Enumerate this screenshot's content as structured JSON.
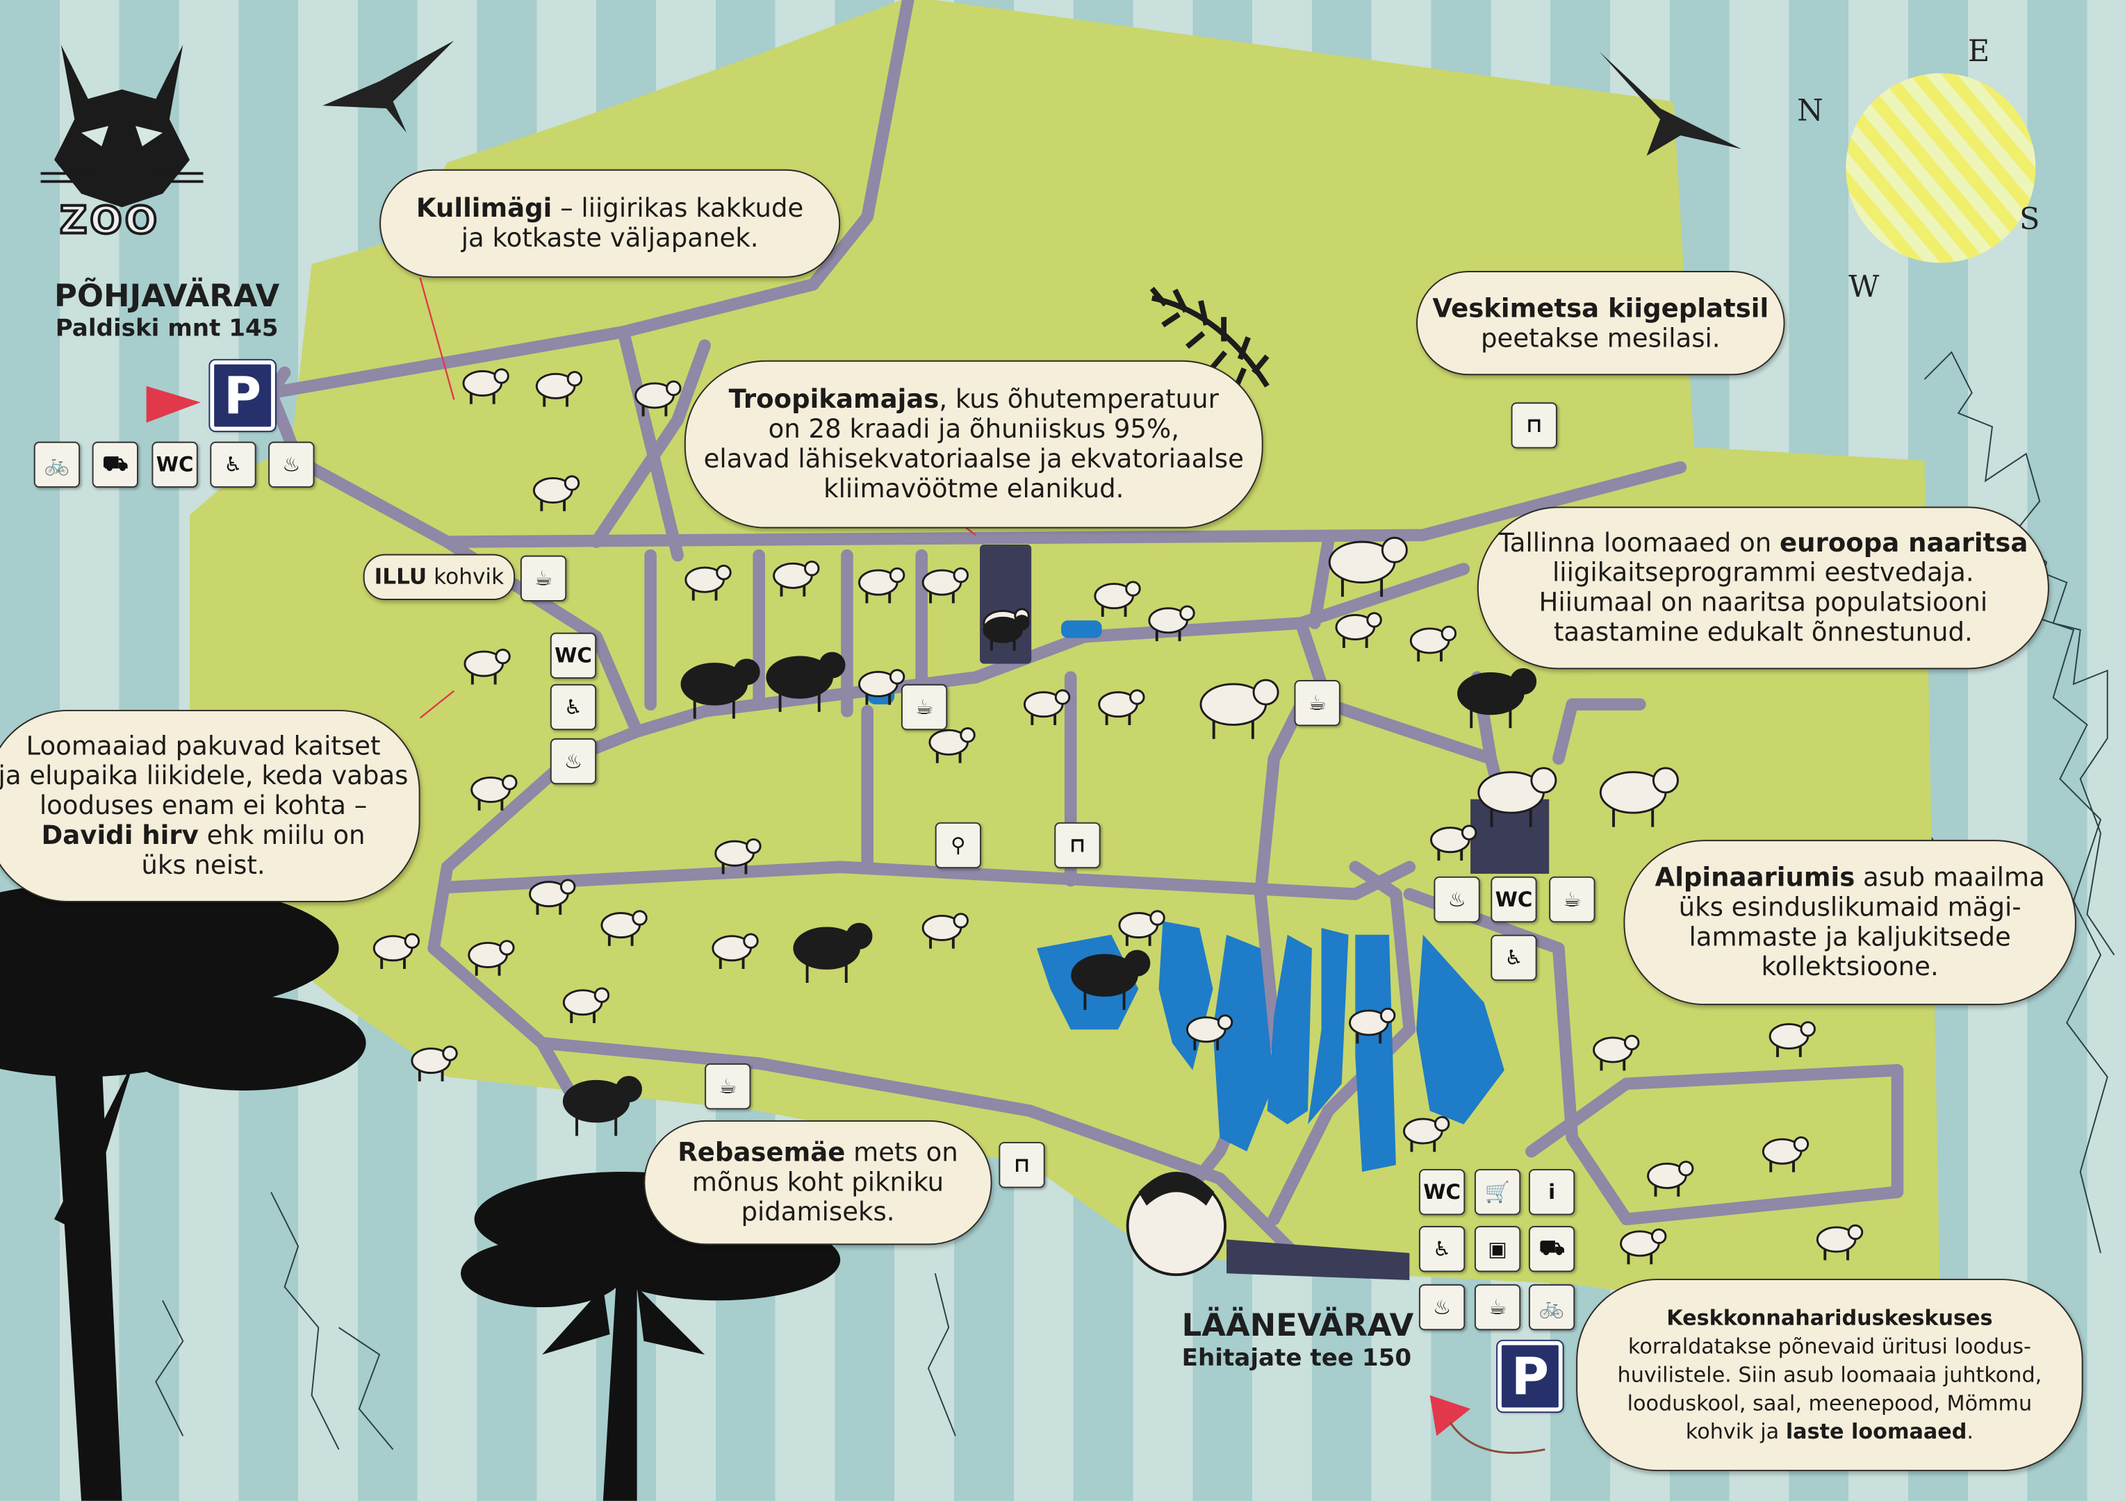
{
  "logo": {
    "text": "ZOO",
    "icon": "lynx-head-logo"
  },
  "gates": [
    {
      "title": "PÕHJAVÄRAV",
      "address": "Paldiski mnt 145"
    },
    {
      "title": "LÄÄNEVÄRAV",
      "address": "Ehitajate tee 150"
    }
  ],
  "compass": {
    "n": "N",
    "e": "E",
    "s": "S",
    "w": "W"
  },
  "callouts": [
    {
      "id": "kullimagi",
      "lines": [
        [
          {
            "t": "Kullimägi",
            "b": true
          },
          {
            "t": " – liigirikas  kakkude"
          }
        ],
        [
          {
            "t": "ja kotkaste väljapanek."
          }
        ]
      ]
    },
    {
      "id": "troopikamajas",
      "lines": [
        [
          {
            "t": "Troopikamajas",
            "b": true
          },
          {
            "t": ", kus õhutemperatuur"
          }
        ],
        [
          {
            "t": "on 28 kraadi ja õhuniiskus 95%,"
          }
        ],
        [
          {
            "t": "elavad lähisekvatoriaalse ja ekvatoriaalse"
          }
        ],
        [
          {
            "t": "kliimavöötme elanikud."
          }
        ]
      ]
    },
    {
      "id": "veskimetsa",
      "lines": [
        [
          {
            "t": "Veskimetsa kiigeplatsil",
            "b": true
          }
        ],
        [
          {
            "t": "peetakse mesilasi."
          }
        ]
      ]
    },
    {
      "id": "naarits",
      "lines": [
        [
          {
            "t": "Tallinna loomaaed on "
          },
          {
            "t": "euroopa naaritsa",
            "b": true
          }
        ],
        [
          {
            "t": "liigikaitseprogrammi eestvedaja."
          }
        ],
        [
          {
            "t": "Hiiumaal on naaritsa populatsiooni"
          }
        ],
        [
          {
            "t": "taastamine edukalt õnnestunud."
          }
        ]
      ]
    },
    {
      "id": "davidi-hirv",
      "lines": [
        [
          {
            "t": "Loomaaiad pakuvad kaitset"
          }
        ],
        [
          {
            "t": "ja elupaika liikidele, keda vabas"
          }
        ],
        [
          {
            "t": "looduses enam ei kohta –"
          }
        ],
        [
          {
            "t": "Davidi hirv",
            "b": true
          },
          {
            "t": " ehk miilu on"
          }
        ],
        [
          {
            "t": "üks neist."
          }
        ]
      ]
    },
    {
      "id": "alpinaarium",
      "lines": [
        [
          {
            "t": "Alpinaariumis",
            "b": true
          },
          {
            "t": " asub maailma"
          }
        ],
        [
          {
            "t": "üks esinduslikumaid mägi-"
          }
        ],
        [
          {
            "t": "lammaste ja kaljukitsede"
          }
        ],
        [
          {
            "t": "kollektsioone."
          }
        ]
      ]
    },
    {
      "id": "rebasemae",
      "lines": [
        [
          {
            "t": "Rebasemäe",
            "b": true
          },
          {
            "t": " mets on"
          }
        ],
        [
          {
            "t": "mõnus koht pikniku"
          }
        ],
        [
          {
            "t": "pidamiseks."
          }
        ]
      ]
    },
    {
      "id": "keskkonnahariduskeskus",
      "lines": [
        [
          {
            "t": "Keskkonnahariduskeskuses",
            "b": true
          }
        ],
        [
          {
            "t": "korraldatakse põnevaid üritusi loodus-"
          }
        ],
        [
          {
            "t": "huvilistele. Siin asub loomaaia juhtkond,"
          }
        ],
        [
          {
            "t": "looduskool, saal, meenepood, Mömmu"
          }
        ],
        [
          {
            "t": "kohvik ja "
          },
          {
            "t": "laste loomaaed",
            "b": true
          },
          {
            "t": "."
          }
        ]
      ]
    },
    {
      "id": "illu-kohvik",
      "lines": [
        [
          {
            "t": "ILLU",
            "b": true
          },
          {
            "t": " kohvik"
          }
        ]
      ]
    }
  ],
  "services": {
    "parking_label": "P",
    "wc_label": "WC",
    "info_label": "i",
    "icons": [
      "bike-parking",
      "stroller-rental",
      "wc",
      "accessible-wc",
      "baby-changing",
      "coffee",
      "wc",
      "accessible-wc",
      "baby-changing",
      "coffee",
      "coffee",
      "playground",
      "picnic",
      "picnic",
      "coffee",
      "picnic",
      "baby-changing",
      "wc",
      "coffee",
      "accessible-wc",
      "wc",
      "shop-cart",
      "info",
      "accessible-wc",
      "locker",
      "stroller-rental",
      "baby-changing",
      "coffee",
      "bike-parking"
    ]
  },
  "animals": [
    "owl",
    "lynx",
    "eagle",
    "crane",
    "boar",
    "goat",
    "lion",
    "stork",
    "ape",
    "crocodile",
    "bison",
    "yak",
    "otter",
    "heron",
    "rooster",
    "antelope",
    "ostrich",
    "guanaco",
    "hyena",
    "jaguar",
    "polar-bear",
    "tiger",
    "mink",
    "musk-ox",
    "deer",
    "pheasant",
    "kangaroo",
    "rhino",
    "elephant",
    "hippo",
    "camel",
    "red-deer",
    "wild-ass",
    "crane",
    "musk-ox",
    "horse",
    "hyena",
    "fox",
    "bison",
    "bison",
    "pelican",
    "swan",
    "swan",
    "duck",
    "duck",
    "ibex",
    "ibex",
    "snow-leopard",
    "markhor",
    "mouflon",
    "mouflon"
  ],
  "colors": {
    "park": "#c8d56a",
    "path": "#8f88a6",
    "water": "#1f7cc8",
    "callout": "#f4eedb",
    "gate_arrow": "#e2384b",
    "parking": "#26306b"
  }
}
